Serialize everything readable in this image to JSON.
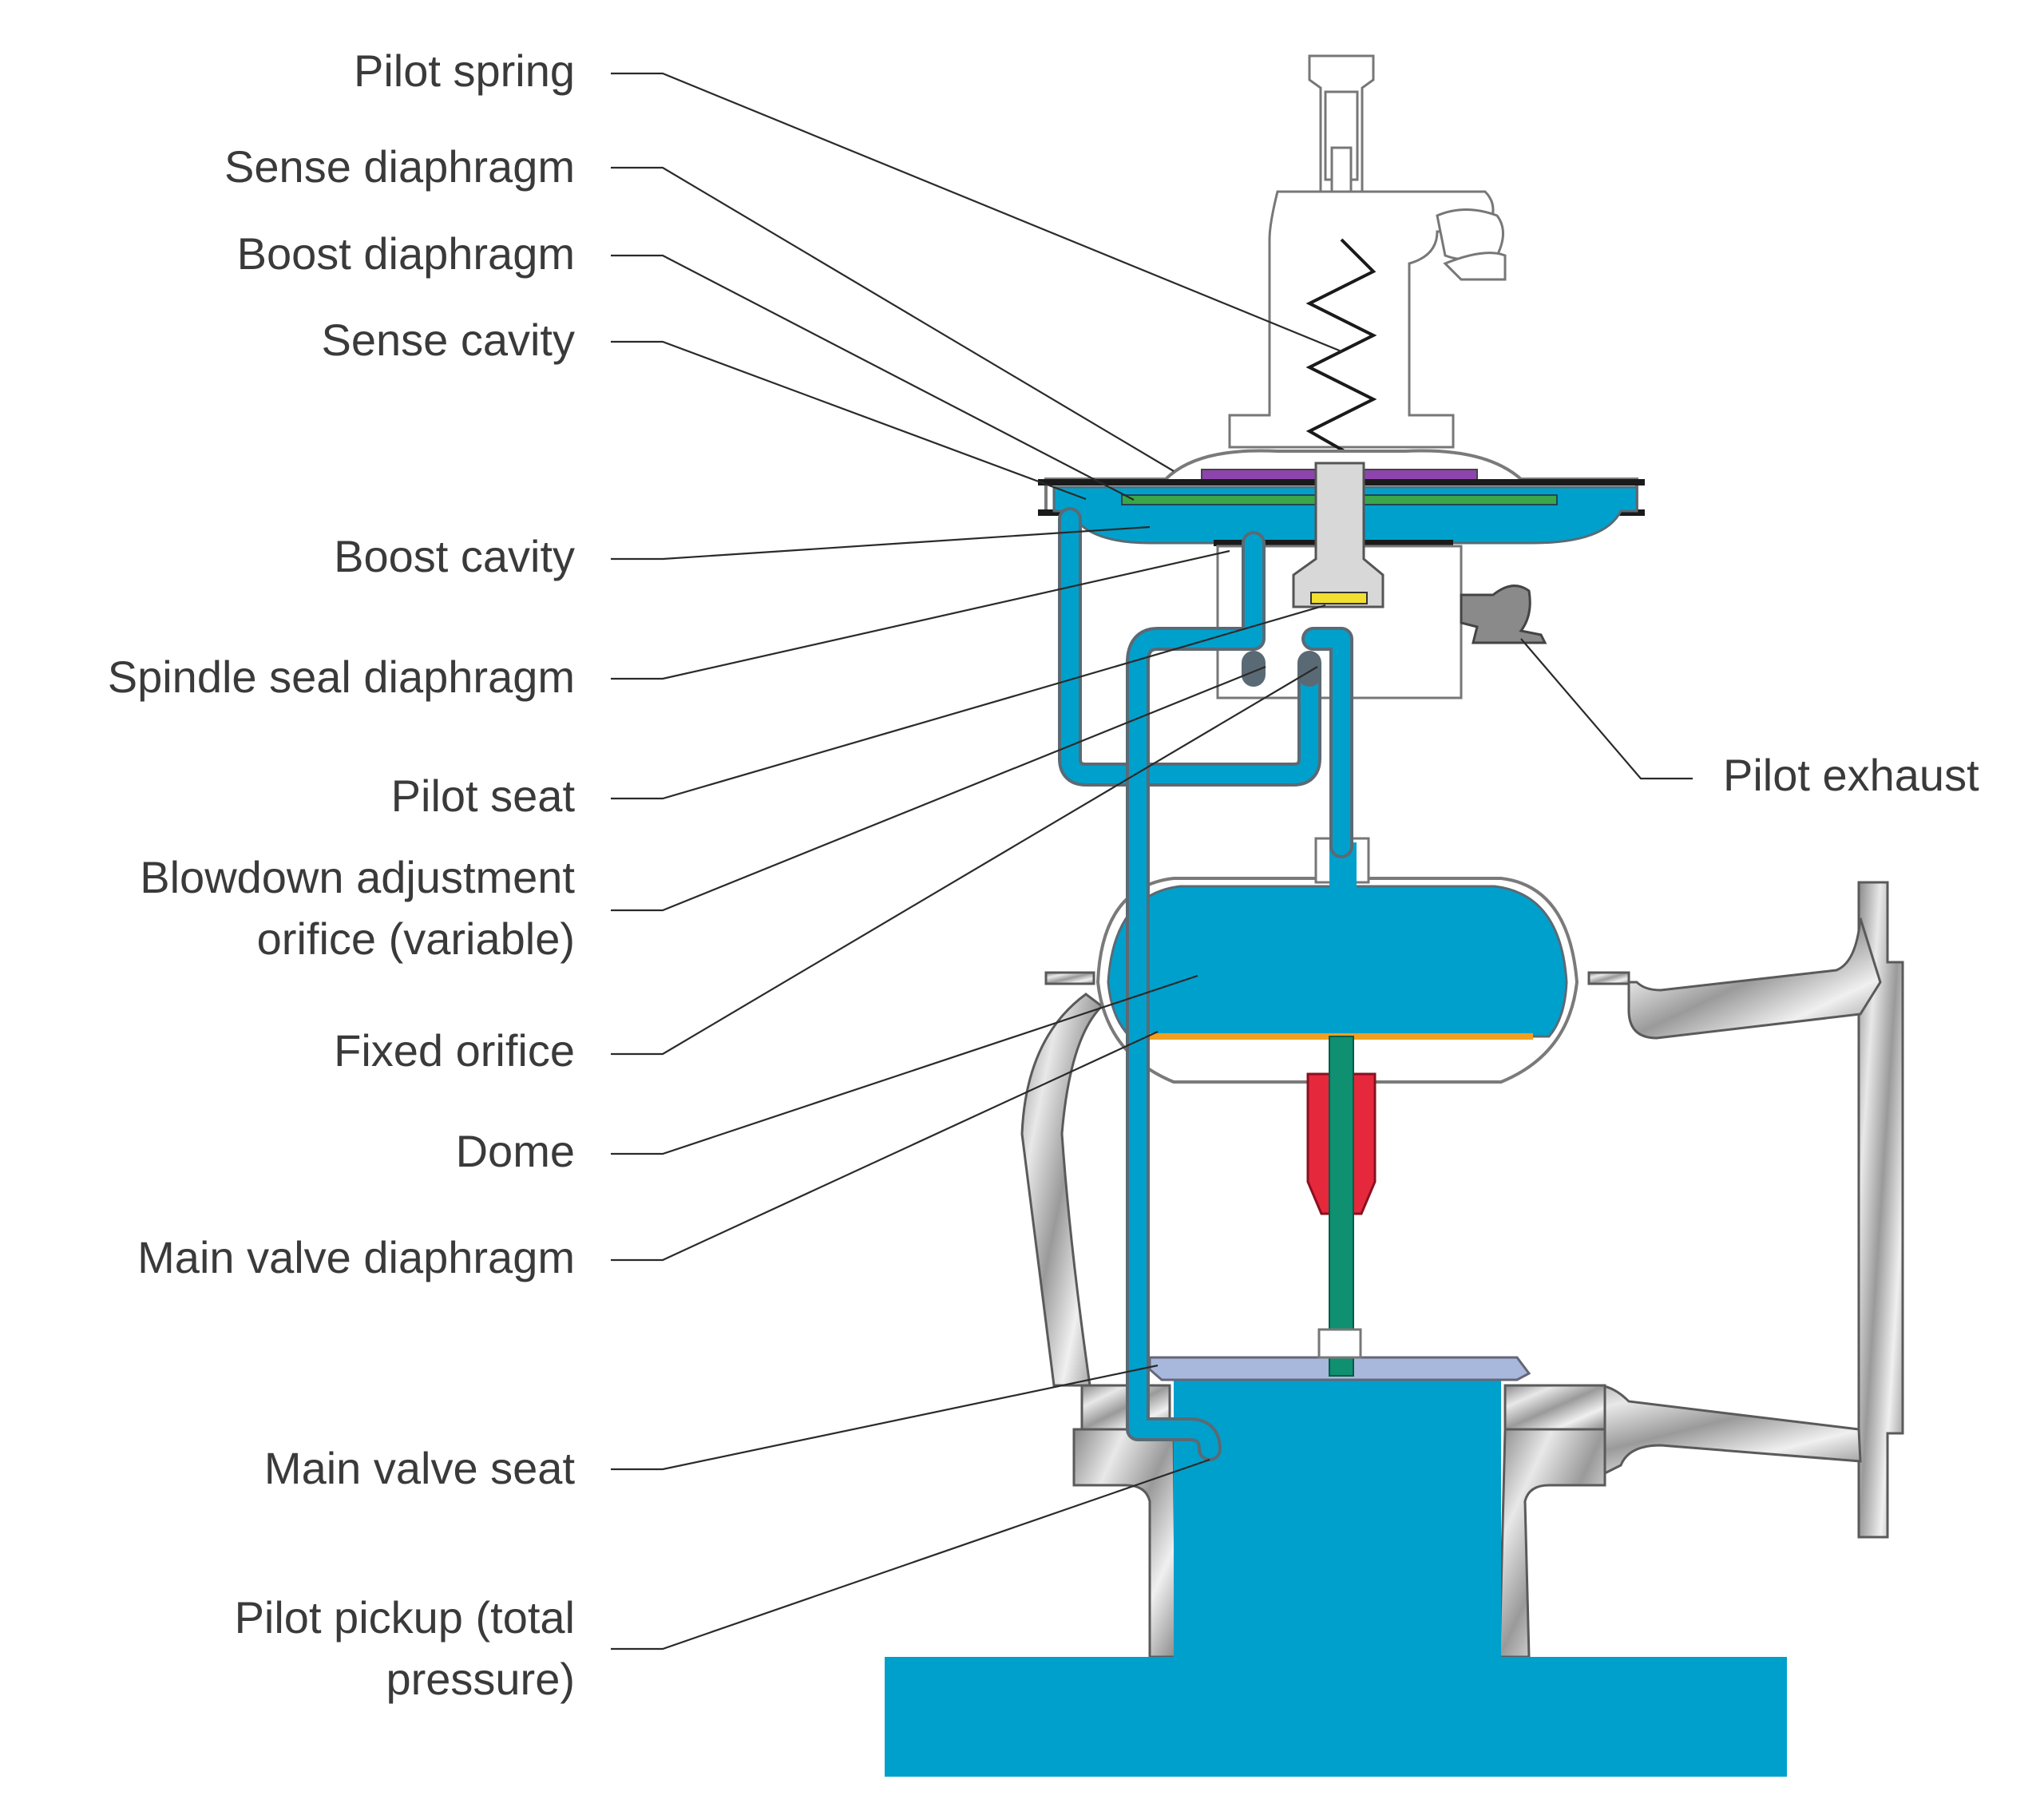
{
  "labels": {
    "pilot_spring": "Pilot spring",
    "sense_diaphragm": "Sense diaphragm",
    "boost_diaphragm": "Boost diaphragm",
    "sense_cavity": "Sense cavity",
    "boost_cavity": "Boost cavity",
    "spindle_seal_diaphragm": "Spindle seal diaphragm",
    "pilot_seat": "Pilot seat",
    "blowdown_line1": "Blowdown adjustment",
    "blowdown_line2": "orifice (variable)",
    "fixed_orifice": "Fixed orifice",
    "dome": "Dome",
    "main_valve_diaphragm": "Main valve diaphragm",
    "main_valve_seat": "Main valve seat",
    "pilot_pickup_line1": "Pilot pickup (total",
    "pilot_pickup_line2": "pressure)",
    "pilot_exhaust": "Pilot exhaust"
  },
  "colors": {
    "process_fluid": "#00a0cc",
    "sense_diaphragm": "#8e44ad",
    "boost_diaphragm": "#3aa64a",
    "main_valve_seal": "#e5283c",
    "spindle": "#0f9070",
    "main_diaphragm": "#f0a020",
    "seat_disc": "#a8b8dc",
    "pilot_seat": "#f2e030"
  }
}
